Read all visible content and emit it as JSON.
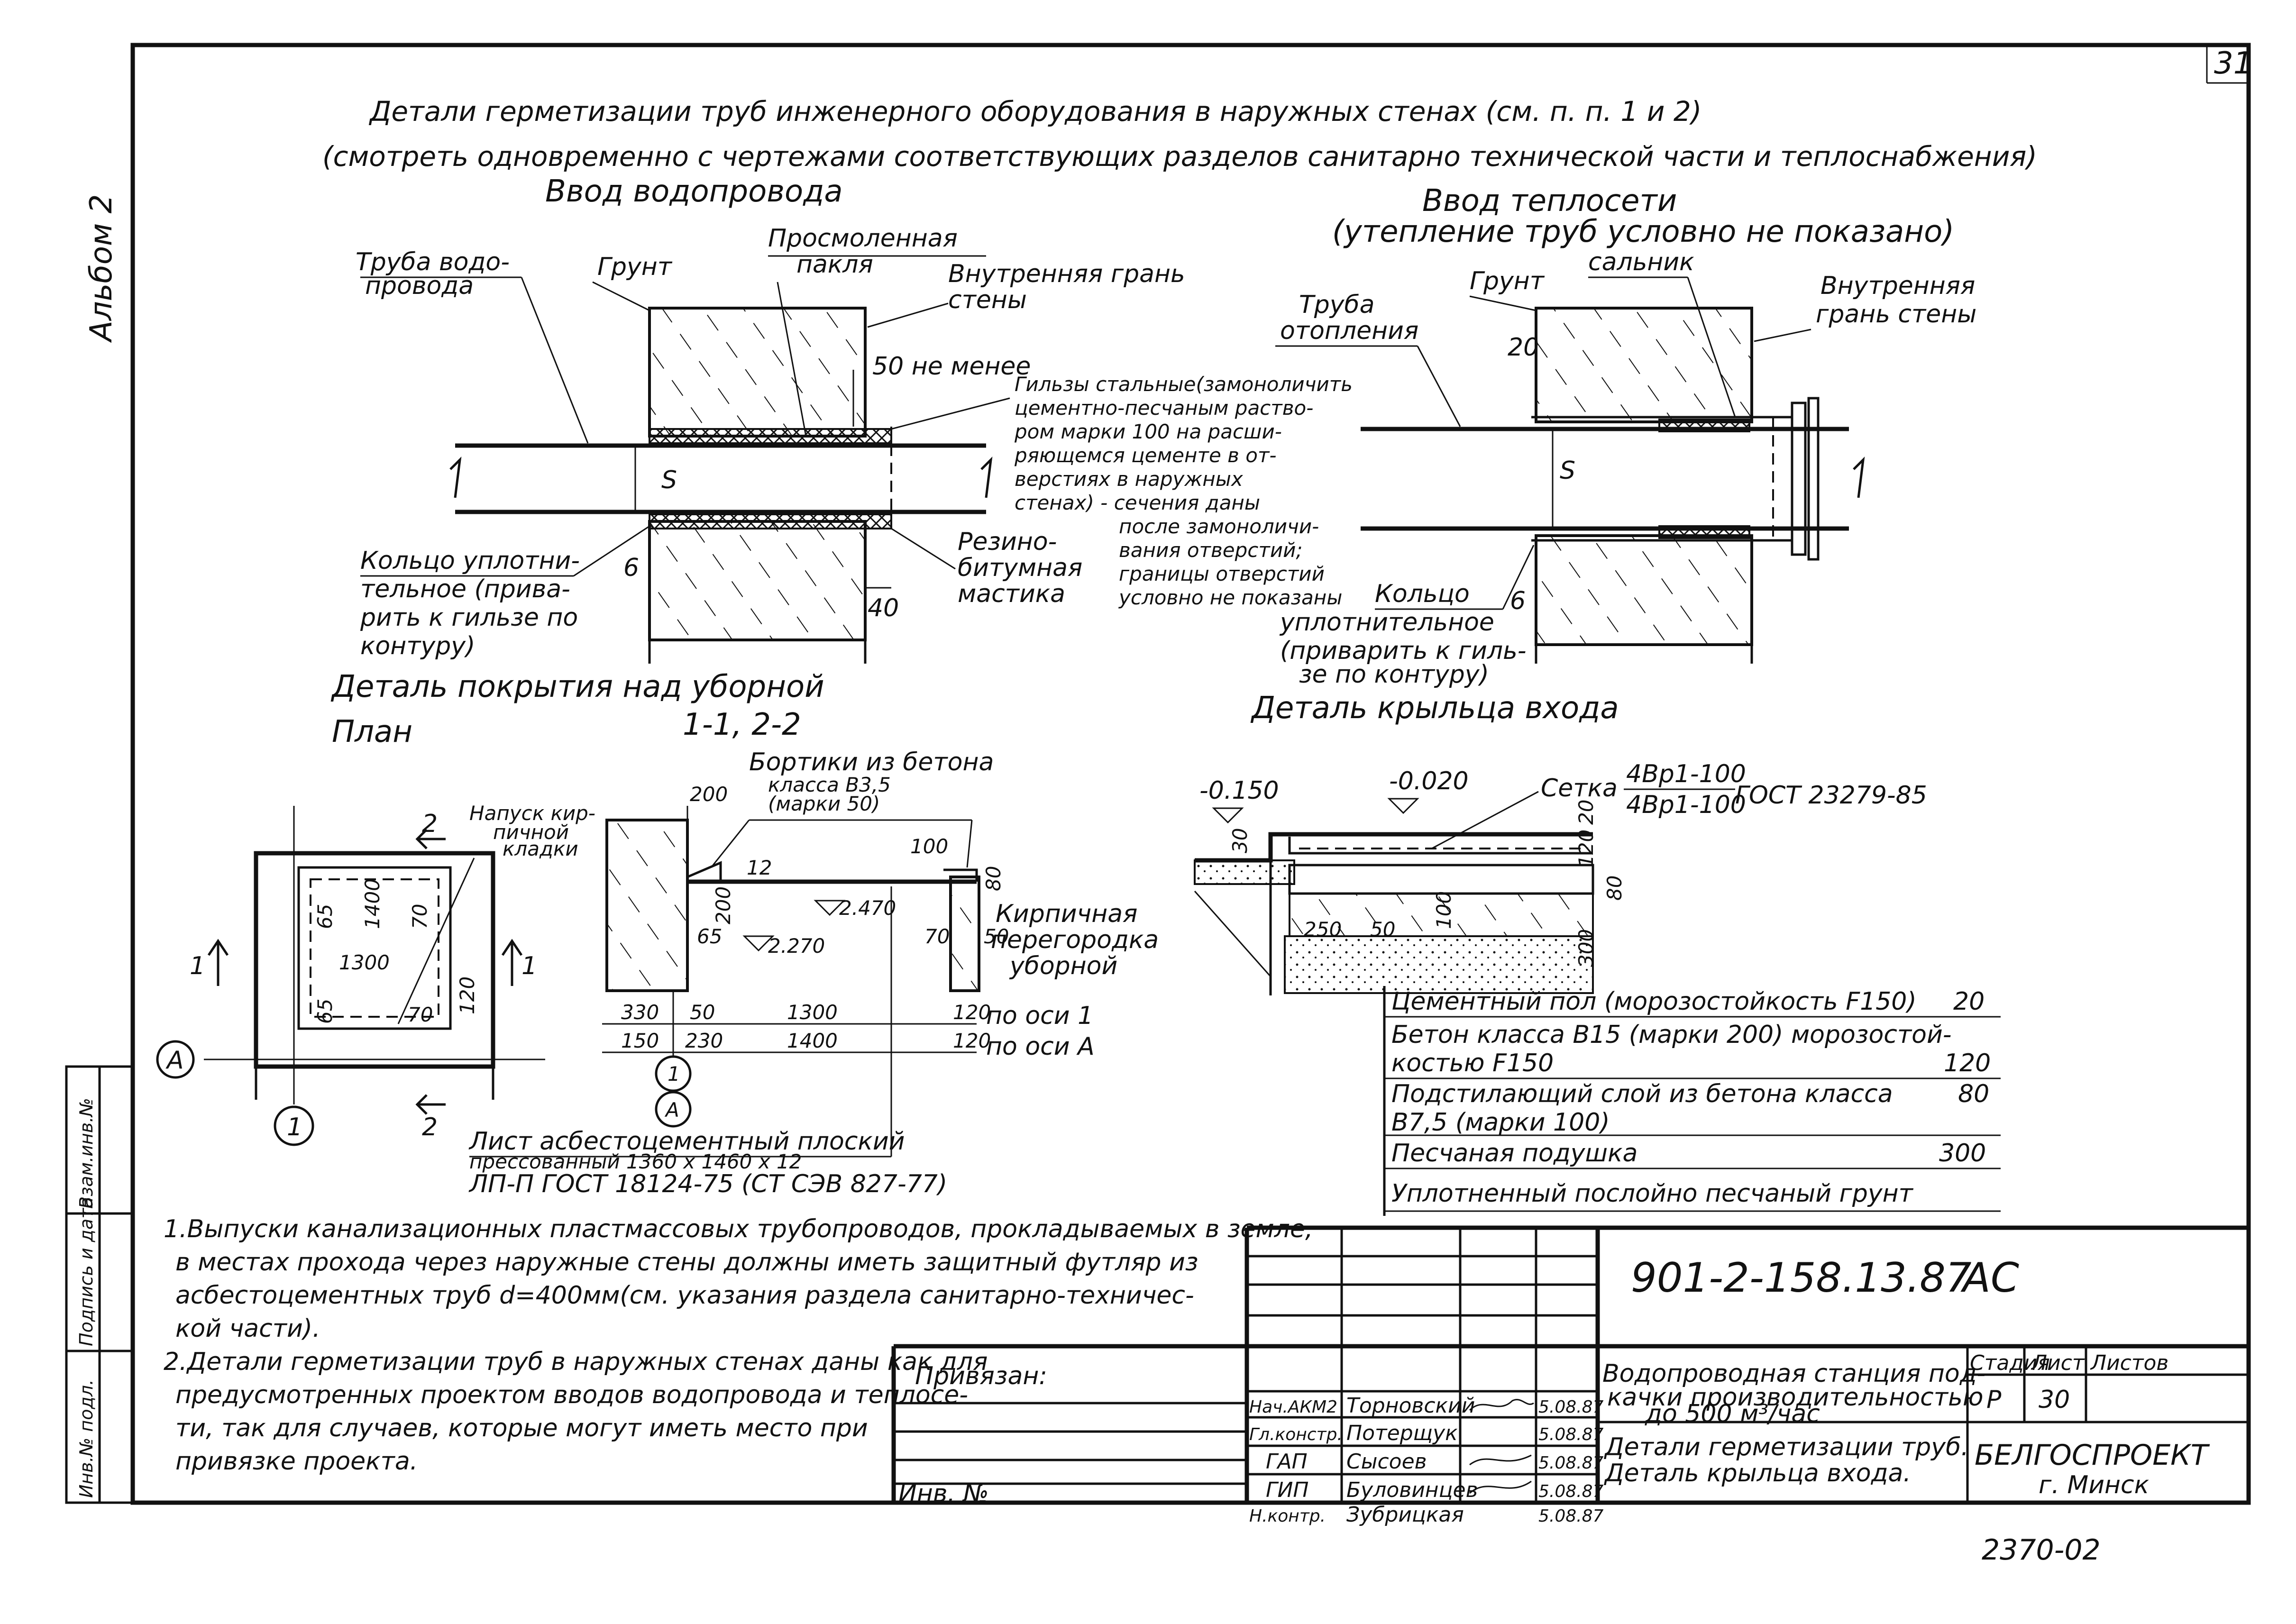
{
  "sheet": {
    "page_number": "31",
    "side_note": "Альбом 2"
  },
  "titles": {
    "main_line1": "Детали герметизации труб инженерного оборудования в наружных стенах (см. п. п. 1 и 2)",
    "main_line2": "(смотреть одновременно с чертежами соответствующих разделов санитарно технической части и теплоснабжения)",
    "water_inlet": "Ввод водопровода",
    "heat_inlet_1": "Ввод теплосети",
    "heat_inlet_2": "(утепление труб условно не показано)",
    "roof_detail": "Деталь покрытия над уборной",
    "plan": "План",
    "section": "1-1, 2-2",
    "porch_detail": "Деталь крыльца входа"
  },
  "water": {
    "pipe_1": "Труба водо-",
    "pipe_2": "провода",
    "soil": "Грунт",
    "tow_1": "Просмоленная",
    "tow_2": "пакля",
    "inner_face_1": "Внутренняя грань",
    "inner_face_2": "стены",
    "min50": "50 не менее",
    "sleeves_1": "Гильзы стальные(замоноличить",
    "sleeves_2": "цементно-песчаным раство-",
    "sleeves_3": "ром марки 100 на расши-",
    "sleeves_4": "ряющемся цементе в от-",
    "sleeves_5": "верстиях в наружных",
    "sleeves_6": "стенах) - сечения даны",
    "sleeves_7": "после замоноличи-",
    "sleeves_8": "вания отверстий;",
    "sleeves_9": "границы отверстий",
    "sleeves_10": "условно не показаны",
    "rubber_1": "Резино-",
    "rubber_2": "битумная",
    "rubber_3": "мастика",
    "ring_1": "Кольцо уплотни-",
    "ring_2": "тельное (прива-",
    "ring_3": "рить к гильзе по",
    "ring_4": "контуру)",
    "dim_s": "S",
    "dim_6": "6",
    "dim_40": "40"
  },
  "heat": {
    "pipe_1": "Труба",
    "pipe_2": "отопления",
    "soil": "Грунт",
    "gland": "сальник",
    "inner_face_1": "Внутренняя",
    "inner_face_2": "грань стены",
    "dim_20": "20",
    "dim_s": "S",
    "dim_6": "6",
    "ring_1": "Кольцо",
    "ring_2": "уплотнительное",
    "ring_3": "(приварить к гиль-",
    "ring_4": "зе по контуру)"
  },
  "roof": {
    "brick_overlap_1": "Напуск кир-",
    "brick_overlap_2": "пичной",
    "brick_overlap_3": "кладки",
    "curbs_1": "Бортики из бетона",
    "curbs_2": "класса В3,5",
    "curbs_3": "(марки 50)",
    "partition_1": "Кирпичная",
    "partition_2": "перегородка",
    "partition_3": "уборной",
    "sheet_1": "Лист асбестоцементный плоский",
    "sheet_2": "прессованный 1360 х 1460 х 12",
    "sheet_3": "ЛП-П ГОСТ 18124-75 (СТ СЭВ 827-77)",
    "axis_1": "1",
    "axis_a": "А",
    "cut_1": "1",
    "cut_2": "2",
    "d1400": "1400",
    "d1300": "1300",
    "d65": "65",
    "d70": "70",
    "d120": "120",
    "d200": "200",
    "d12": "12",
    "d100": "100",
    "d80": "80",
    "d50": "50",
    "d330": "330",
    "d150": "150",
    "d230": "230",
    "e2470": "2.470",
    "e2270": "2.270",
    "by_axis_1": "по оси 1",
    "by_axis_a": "по оси А",
    "d_m120_1": "120",
    "d_m120_2": "120",
    "d_b1300": "1300",
    "d_b1400": "1400",
    "d_b50": "50"
  },
  "porch": {
    "elev1": "-0.150",
    "elev2": "-0.020",
    "mesh": "Сетка",
    "mesh_top": "4Вр1-100",
    "mesh_bot": "4Вр1-100",
    "mesh_gost": "ГОСТ 23279-85",
    "d30": "30",
    "d20": "20",
    "d120": "120",
    "d80": "80",
    "d300": "300",
    "d250": "250",
    "d50": "50",
    "d100": "100",
    "layers": [
      {
        "name": "Цементный пол (морозостойкость F150)",
        "value": "20"
      },
      {
        "name": "Бетон класса В15 (марки 200) морозостой-",
        "value": ""
      },
      {
        "name": "костью F150",
        "value": "120"
      },
      {
        "name": "Подстилающий слой из бетона класса",
        "value": "80"
      },
      {
        "name": "В7,5 (марки 100)",
        "value": ""
      },
      {
        "name": "Песчаная подушка",
        "value": "300"
      },
      {
        "name": "Уплотненный послойно песчаный грунт",
        "value": ""
      }
    ]
  },
  "notes": {
    "n1_1": "1.Выпуски канализационных пластмассовых трубопроводов, прокладываемых в земле,",
    "n1_2": "в местах прохода через наружные стены должны иметь защитный футляр из",
    "n1_3": "асбестоцементных труб d=400мм(см. указания раздела санитарно-техничес-",
    "n1_4": "кой части).",
    "n2_1": "2.Детали герметизации труб в наружных стенах даны как для",
    "n2_2": "предусмотренных проектом вводов водопровода и теплосе-",
    "n2_3": "ти, так для случаев, которые могут иметь место при",
    "n2_4": "привязке проекта."
  },
  "title_block": {
    "code": "901-2-158.13.87",
    "mark": "АС",
    "bound": "Привязан:",
    "inv": "Инв. №",
    "project_1": "Водопроводная станция под-",
    "project_2": "качки производительностью",
    "project_3": "до 500 м³/час",
    "sheet_title_1": "Детали герметизации труб.",
    "sheet_title_2": "Деталь крыльца входа.",
    "stage_h": "Стадия",
    "list_h": "Лист",
    "lists_h": "Листов",
    "stage": "Р",
    "list": "30",
    "org_1": "БЕЛГОСПРОЕКТ",
    "org_2": "г. Минск",
    "roles": [
      {
        "role": "Нач.АКМ2",
        "name": "Торновский",
        "date": "5.08.87"
      },
      {
        "role": "Гл.констр.",
        "name": "Потерщук",
        "date": "5.08.87"
      },
      {
        "role": "ГАП",
        "name": "Сысоев",
        "date": "5.08.87"
      },
      {
        "role": "ГИП",
        "name": "Буловинцев",
        "date": "5.08.87"
      },
      {
        "role": "Н.контр.",
        "name": "Зубрицкая",
        "date": "5.08.87"
      }
    ],
    "archive": "2370-02"
  },
  "left_strip": {
    "c1": "Инв.№ подл.",
    "c2": "Подпись и дата",
    "c3": "Взам.инв.№"
  }
}
